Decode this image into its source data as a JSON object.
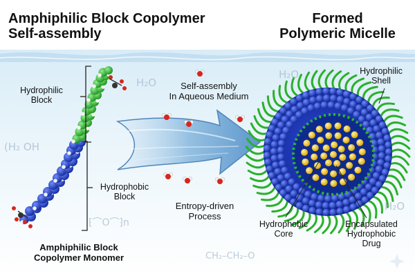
{
  "titles": {
    "left_line1": "Amphiphilic Block Copolymer",
    "left_line2": "Self-assembly",
    "right_line1": "Formed",
    "right_line2": "Polymeric Micelle"
  },
  "labels": {
    "hydrophilic_block_1": "Hydrophilic",
    "hydrophilic_block_2": "Block",
    "hydrophobic_block_1": "Hydrophobic",
    "hydrophobic_block_2": "Block",
    "monomer_1": "Amphiphilic Block",
    "monomer_2": "Copolymer Monomer",
    "arrow_top_1": "Self-assembly",
    "arrow_top_2": "In Aqueous Medium",
    "arrow_bottom_1": "Entropy-driven",
    "arrow_bottom_2": "Process",
    "shell_1": "Hydrophilic",
    "shell_2": "Shell",
    "core_1": "Hydrophobic",
    "core_2": "Core",
    "drug_1": "Encapsulated",
    "drug_2": "Hydrophobic",
    "drug_3": "Drug"
  },
  "watermarks": {
    "h2o_a": "H₂O",
    "h2o_b": "H₂O",
    "h2o_c": "H₂O",
    "h2o_d": "(H₂ OH",
    "peo_unit": "⁅⌒O⌒⁆n",
    "ethylene": "CH₂–CH₂–O"
  },
  "colors": {
    "hydrophilic": "#2db52d",
    "hydrophobic": "#1f3fc4",
    "drug": "#f0c419",
    "water": "#cfe6f4",
    "arrow": "#6aa6d6"
  }
}
